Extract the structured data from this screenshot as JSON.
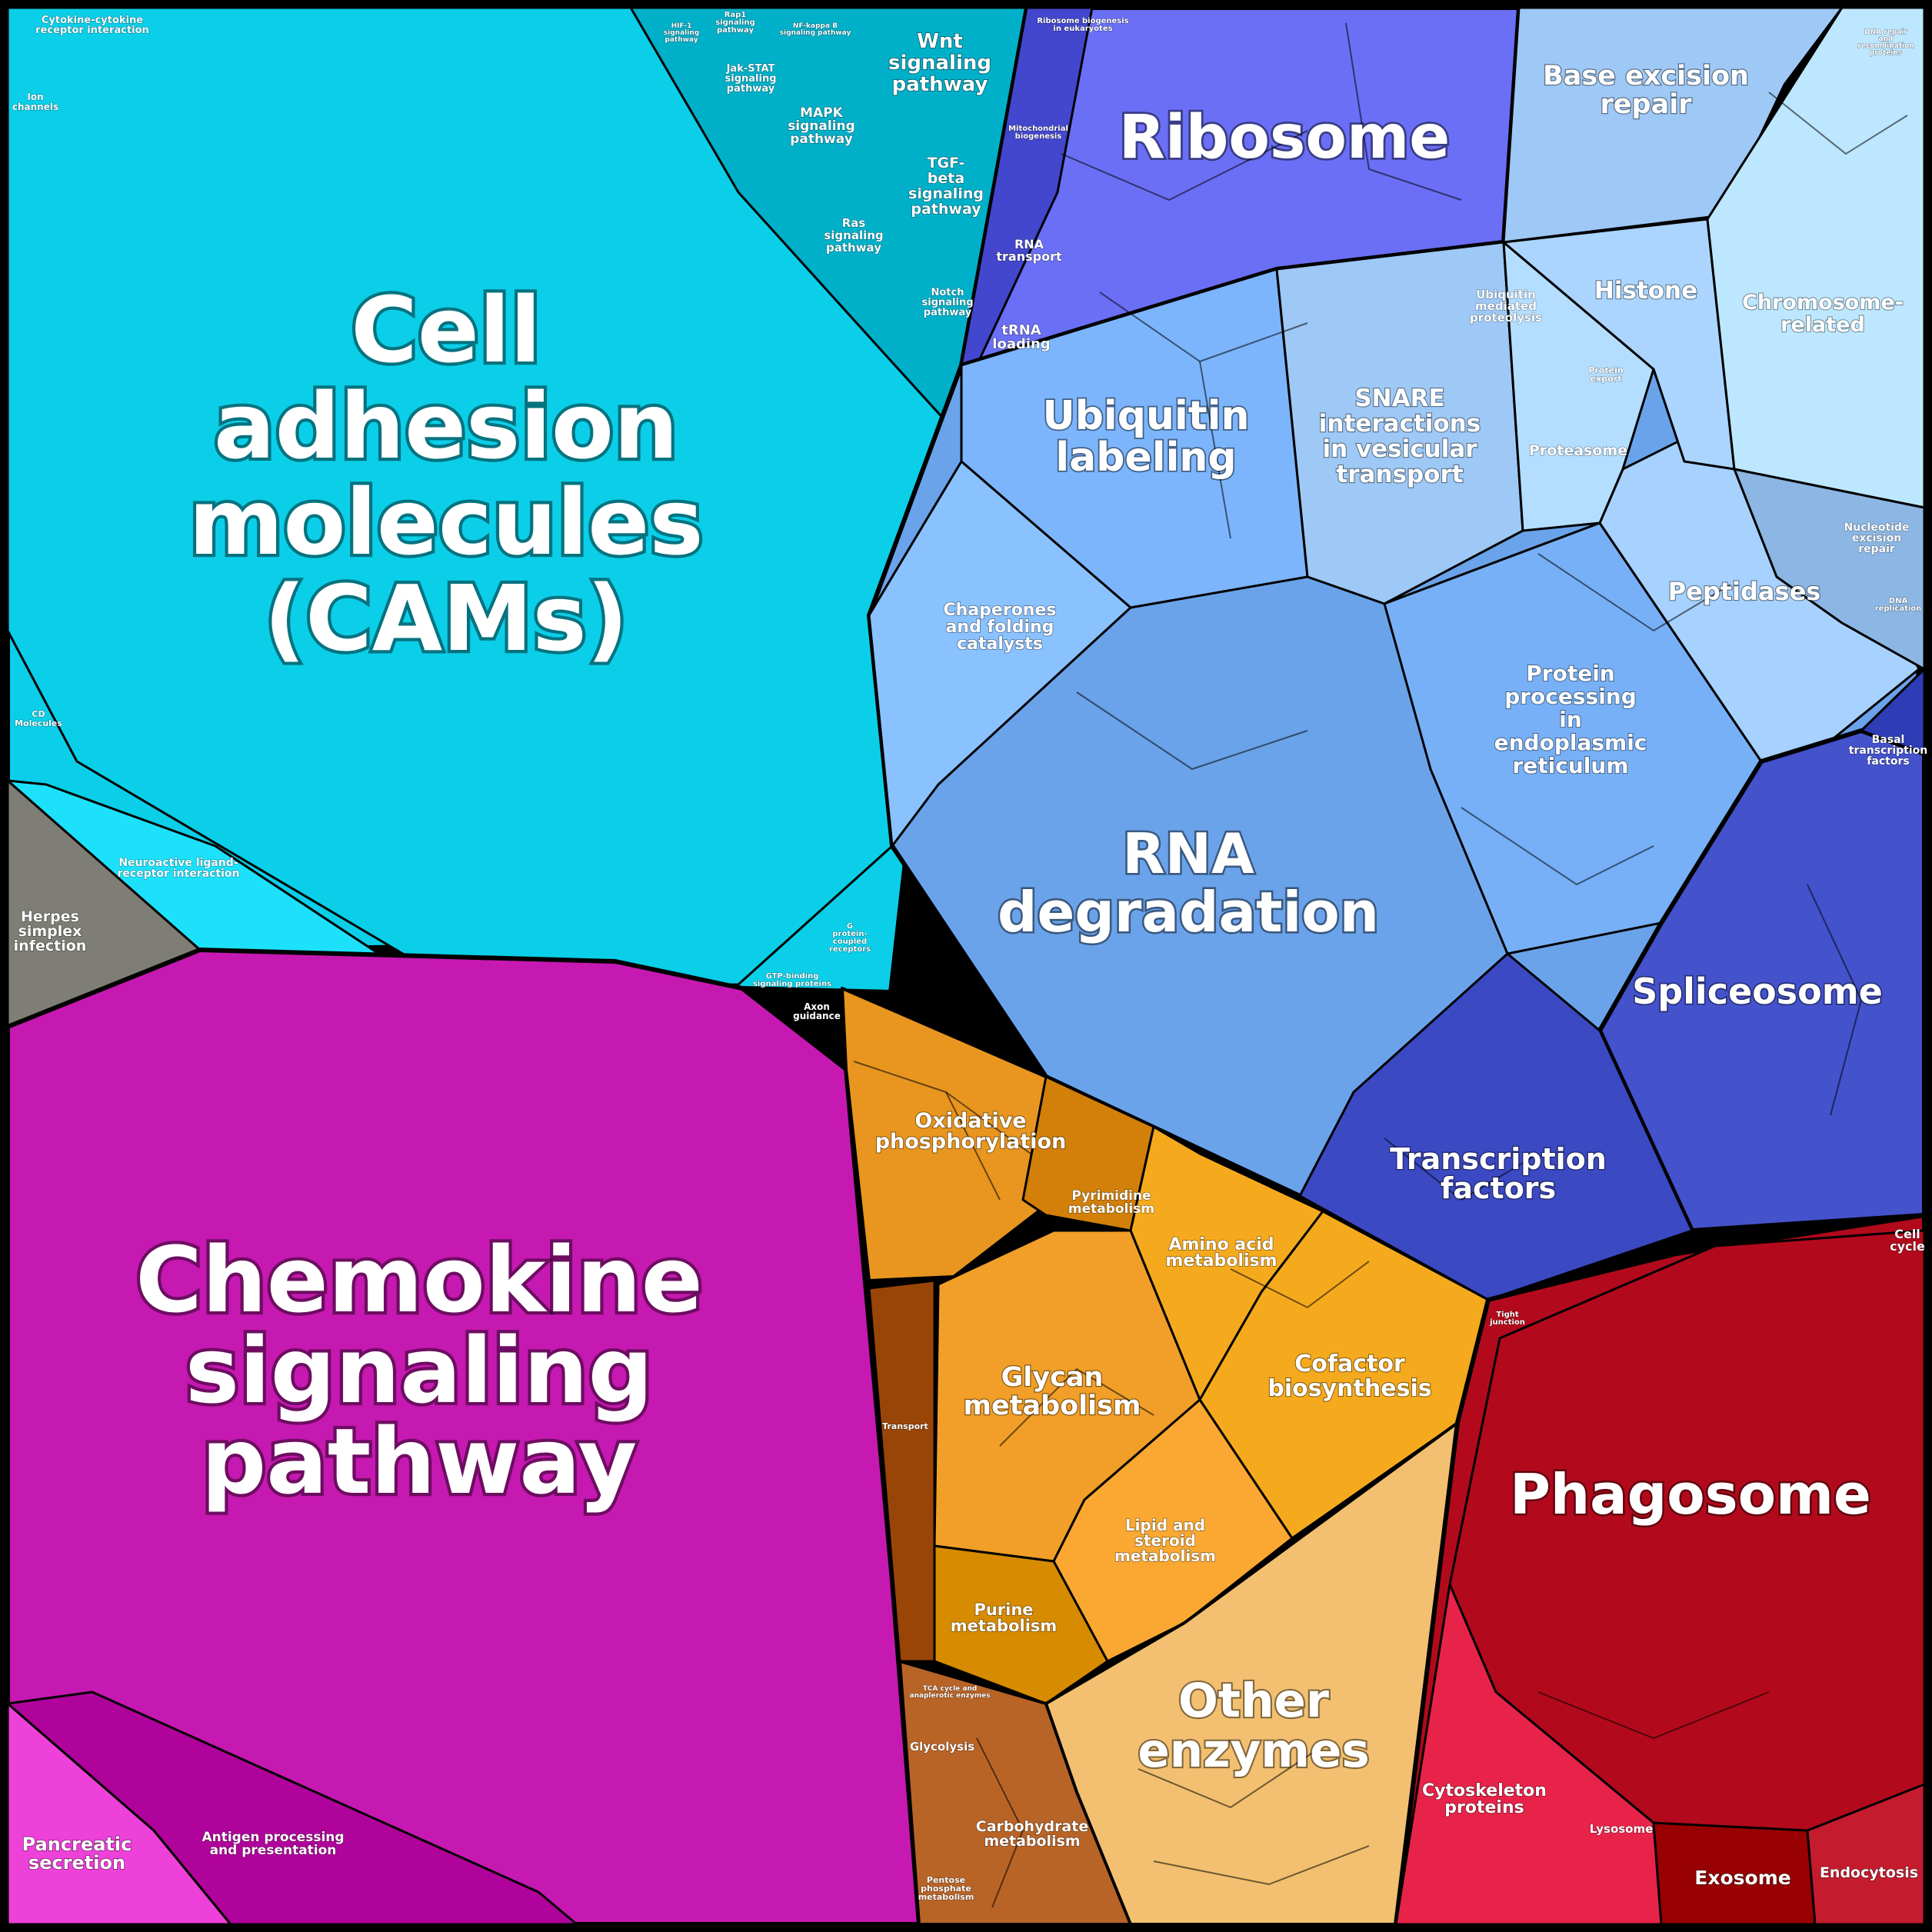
{
  "diagram": {
    "type": "voronoi-treemap",
    "colors": {
      "cyan": "#0bcfe8",
      "magenta": "#c619b1",
      "blue_dark": "#6a6ff5",
      "blue_mid": "#6aa3ea",
      "blue_light": "#9ec8f5",
      "indigo": "#4452cc",
      "orange": "#e8961f",
      "yellow_orange": "#f5aa1e",
      "brown": "#9a4508",
      "peach": "#f2c070",
      "crimson": "#b20a1c",
      "pink_red": "#e8234a",
      "gray": "#7f7e76"
    },
    "labels": {
      "cams": [
        "Cell",
        "adhesion",
        "molecules",
        "(CAMs)"
      ],
      "chemokine": [
        "Chemokine",
        "signaling",
        "pathway"
      ],
      "ribosome": [
        "Ribosome"
      ],
      "rna_degradation": [
        "RNA",
        "degradation"
      ],
      "ubiquitin": [
        "Ubiquitin",
        "labeling"
      ],
      "snare": [
        "SNARE",
        "interactions",
        "in vesicular",
        "transport"
      ],
      "base_excision": [
        "Base excision",
        "repair"
      ],
      "histone": [
        "Histone"
      ],
      "chromosome": [
        "Chromosome-",
        "related"
      ],
      "proteasome": [
        "Proteasome"
      ],
      "peptidases": [
        "Peptidases"
      ],
      "protein_processing": [
        "Protein",
        "processing",
        "in",
        "endoplasmic",
        "reticulum"
      ],
      "chaperones": [
        "Chaperones",
        "and folding",
        "catalysts"
      ],
      "spliceosome": [
        "Spliceosome"
      ],
      "transcription": [
        "Transcription",
        "factors"
      ],
      "wnt": [
        "Wnt",
        "signaling",
        "pathway"
      ],
      "tgf": [
        "TGF-",
        "beta",
        "signaling",
        "pathway"
      ],
      "mapk": [
        "MAPK",
        "signaling",
        "pathway"
      ],
      "ras": [
        "Ras",
        "signaling",
        "pathway"
      ],
      "notch": [
        "Notch",
        "signaling",
        "pathway"
      ],
      "jak": [
        "Jak-STAT",
        "signaling",
        "pathway"
      ],
      "rap1": [
        "Rap1",
        "signaling",
        "pathway"
      ],
      "hif": [
        "HIF-1",
        "signaling",
        "pathway"
      ],
      "nfkb": [
        "NF-kappa B",
        "signaling pathway"
      ],
      "cytokine": [
        "Cytokine-cytokine",
        "receptor interaction"
      ],
      "ion": [
        "Ion",
        "channels"
      ],
      "cd": [
        "CD",
        "Molecules"
      ],
      "neuroactive": [
        "Neuroactive ligand-",
        "receptor interaction"
      ],
      "herpes": [
        "Herpes",
        "simplex",
        "infection"
      ],
      "gpcr": [
        "G",
        "protein-",
        "coupled",
        "receptors"
      ],
      "gtp": [
        "GTP-binding",
        "signaling proteins"
      ],
      "axon": [
        "Axon",
        "guidance"
      ],
      "oxidative": [
        "Oxidative",
        "phosphorylation"
      ],
      "pyrimidine": [
        "Pyrimidine",
        "metabolism"
      ],
      "amino": [
        "Amino acid",
        "metabolism"
      ],
      "glycan": [
        "Glycan",
        "metabolism"
      ],
      "cofactor": [
        "Cofactor",
        "biosynthesis"
      ],
      "lipid": [
        "Lipid and",
        "steroid",
        "metabolism"
      ],
      "purine": [
        "Purine",
        "metabolism"
      ],
      "transport": [
        "Transport"
      ],
      "tca": [
        "TCA cycle and",
        "anaplerotic enzymes"
      ],
      "glycolysis": [
        "Glycolysis"
      ],
      "carbohydrate": [
        "Carbohydrate",
        "metabolism"
      ],
      "pentose": [
        "Pentose",
        "phosphate",
        "metabolism"
      ],
      "other_enzymes": [
        "Other",
        "enzymes"
      ],
      "phagosome": [
        "Phagosome"
      ],
      "cytoskeleton": [
        "Cytoskeleton",
        "proteins"
      ],
      "lysosome": [
        "Lysosome"
      ],
      "exosome": [
        "Exosome"
      ],
      "endocytosis": [
        "Endocytosis"
      ],
      "tight": [
        "Tight",
        "junction"
      ],
      "cell_cycle": [
        "Cell",
        "cycle"
      ],
      "pancreatic": [
        "Pancreatic",
        "secretion"
      ],
      "antigen": [
        "Antigen processing",
        "and presentation"
      ],
      "rna_transport": [
        "RNA",
        "transport"
      ],
      "trna": [
        "tRNA",
        "loading"
      ],
      "mito": [
        "Mitochondrial",
        "biogenesis"
      ],
      "ribo_bio": [
        "Ribosome biogenesis",
        "in eukaryotes"
      ],
      "ubiq_proteo": [
        "Ubiquitin",
        "mediated",
        "proteolysis"
      ],
      "protein_export": [
        "Protein",
        "export"
      ],
      "nucleotide": [
        "Nucleotide",
        "excision",
        "repair"
      ],
      "dna_rep": [
        "DNA",
        "replication"
      ],
      "basal": [
        "Basal",
        "transcription",
        "factors"
      ],
      "dna_repair": [
        "DNA repair",
        "and",
        "recombination",
        "proteins"
      ]
    }
  }
}
